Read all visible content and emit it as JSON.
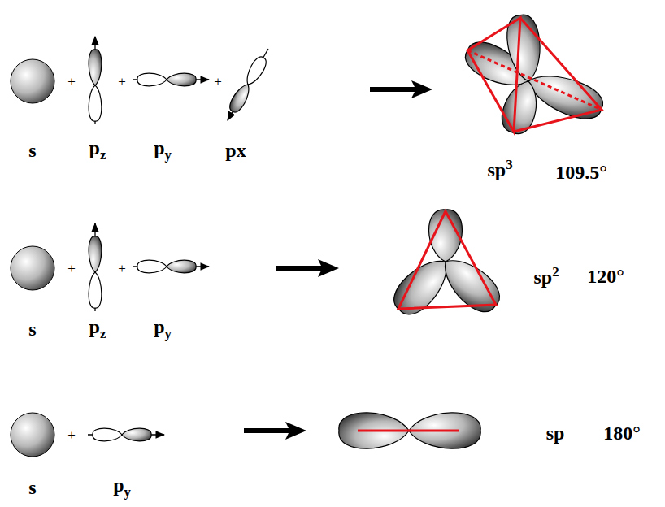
{
  "diagram": {
    "labels": [
      "s",
      "+",
      "pz",
      "+",
      "py",
      "+",
      "px",
      "sp3",
      "109.5°",
      "s",
      "+",
      "pz",
      "+",
      "py",
      "sp2",
      "120°",
      "s",
      "+",
      "py",
      "sp",
      "180°"
    ]
  }
}
